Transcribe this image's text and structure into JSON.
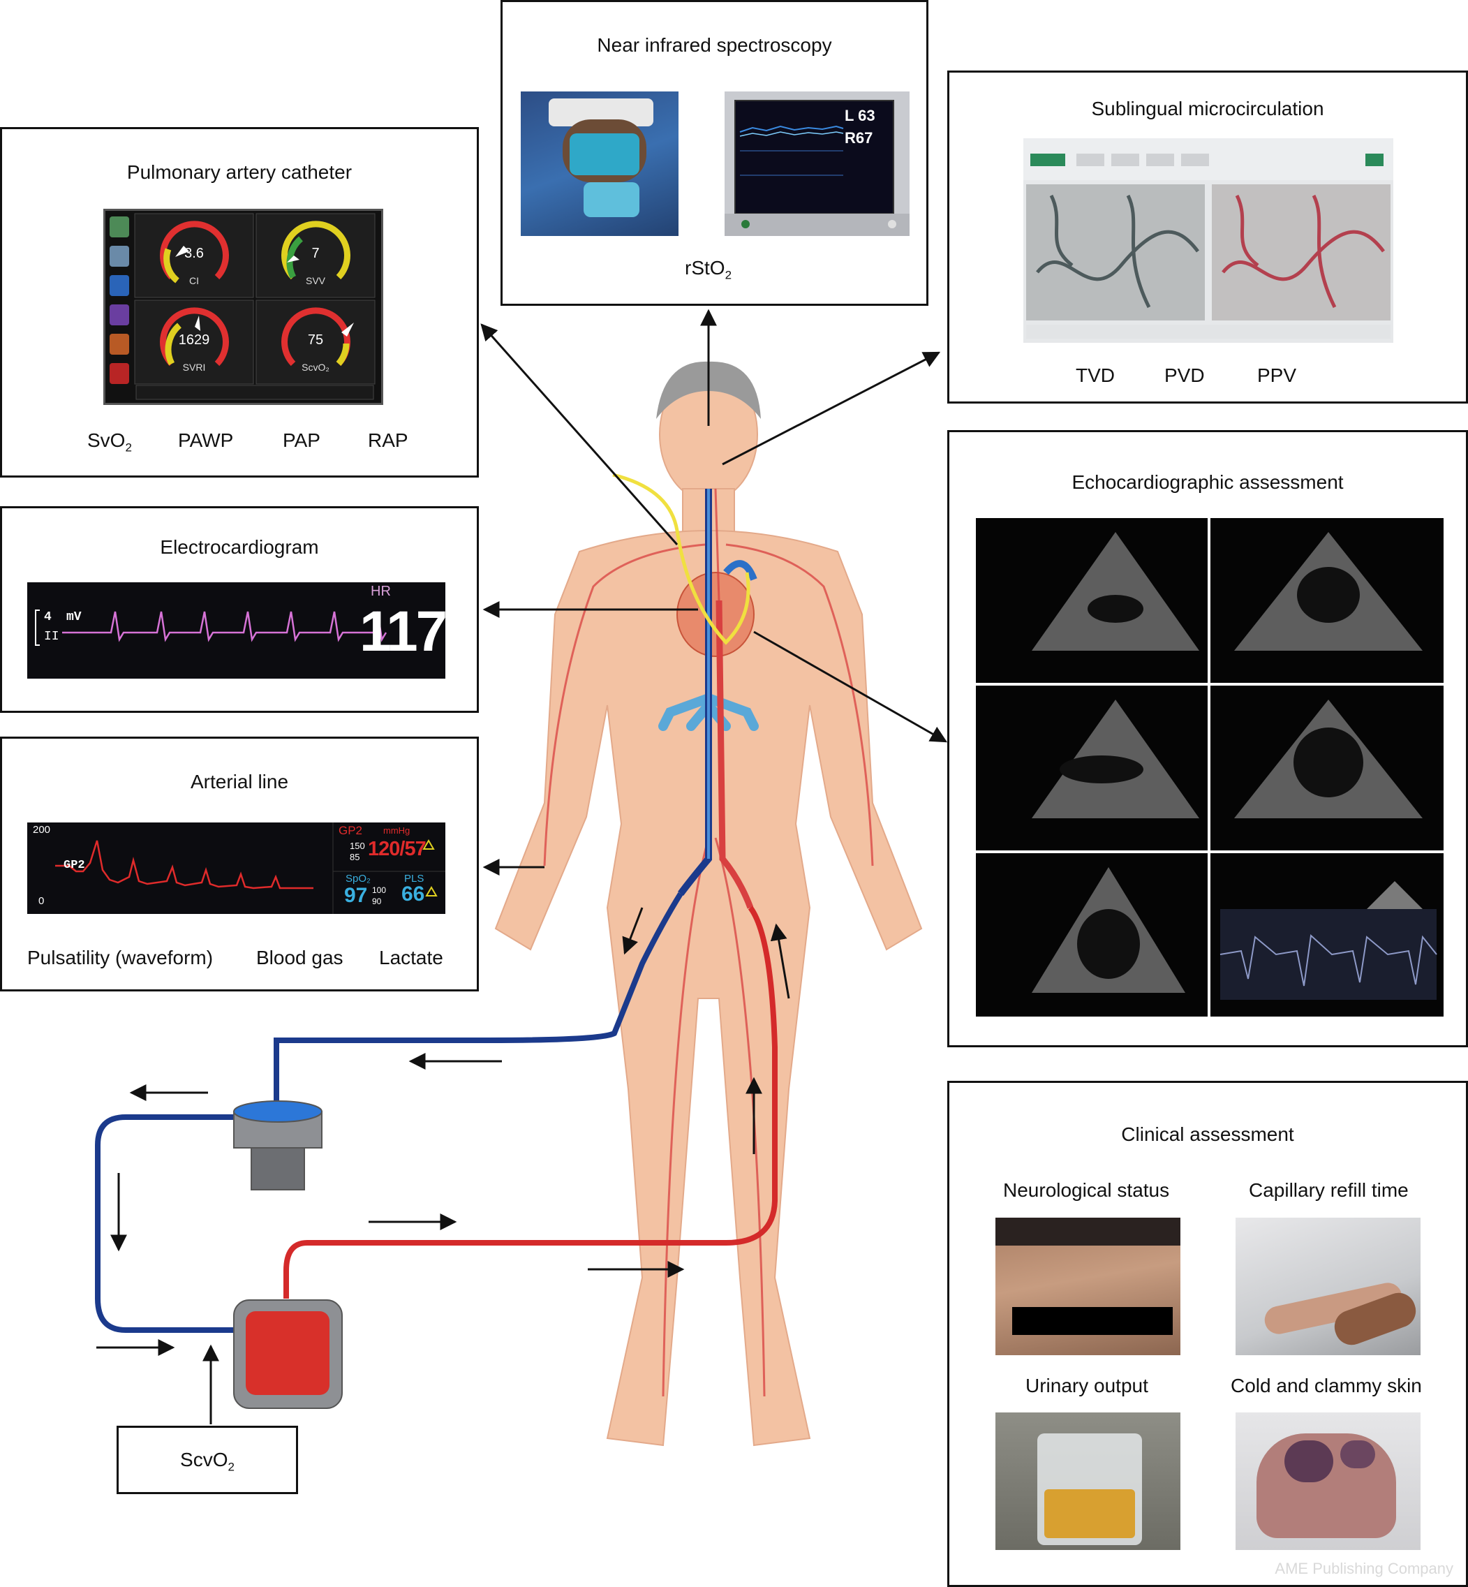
{
  "pac": {
    "title": "Pulmonary artery catheter",
    "params": [
      {
        "main": "SvO",
        "sub": "2"
      },
      {
        "main": "PAWP",
        "sub": ""
      },
      {
        "main": "PAP",
        "sub": ""
      },
      {
        "main": "RAP",
        "sub": ""
      }
    ],
    "gauges": [
      {
        "value": "3.6",
        "label": "CI"
      },
      {
        "value": "7",
        "label": "SVV"
      },
      {
        "value": "1629",
        "label": "SVRI"
      },
      {
        "value": "75",
        "label": "ScvO₂"
      }
    ]
  },
  "nirs": {
    "title": "Near infrared spectroscopy",
    "param_main": "rStO",
    "param_sub": "2",
    "monitor": {
      "left": "L 63",
      "right": "R67"
    }
  },
  "micro": {
    "title": "Sublingual microcirculation",
    "params": [
      "TVD",
      "PVD",
      "PPV"
    ]
  },
  "ecg": {
    "title": "Electrocardiogram",
    "hr_label": "HR",
    "hr_value": "117",
    "lead": "II",
    "scale": "4",
    "unit": "mV"
  },
  "artline": {
    "title": "Arterial line",
    "params": [
      "Pulsatility (waveform)",
      "Blood gas",
      "Lactate"
    ],
    "monitor": {
      "scale_top": "200",
      "scale_bottom": "0",
      "channel": "GP2",
      "gp2_label": "GP2",
      "unit": "mmHg",
      "limit_high": "150",
      "limit_low": "85",
      "pressure": "120/57",
      "spo2_label": "SpO₂",
      "spo2_value": "97",
      "spo2_hi": "100",
      "spo2_lo": "90",
      "pls_label": "PLS",
      "pls_value": "66"
    }
  },
  "echo": {
    "title": "Echocardiographic assessment"
  },
  "clinical": {
    "title": "Clinical assessment",
    "items": [
      "Neurological status",
      "Capillary refill time",
      "Urinary output",
      "Cold and clammy skin"
    ]
  },
  "scvo2": {
    "main": "ScvO",
    "sub": "2"
  },
  "watermark": "AME Publishing Company",
  "colors": {
    "venous": "#1b3a8c",
    "arterial": "#e02b2b",
    "skin": "#f6c4a4",
    "border": "#111111"
  }
}
